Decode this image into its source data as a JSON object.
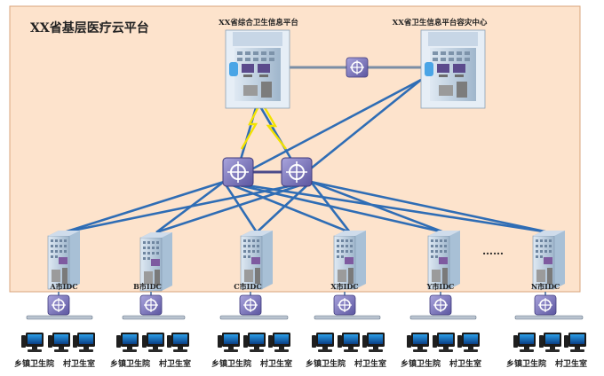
{
  "title": "XX省基层医疗云平台",
  "center_left_label": "XX省综合卫生信息平台",
  "center_right_label": "XX省卫生信息平台容灾中心",
  "idcs": [
    {
      "label": "A市IDC"
    },
    {
      "label": "B市IDC"
    },
    {
      "label": "C市IDC"
    },
    {
      "label": "X市IDC"
    },
    {
      "label": "Y市IDC"
    },
    {
      "label": "N市IDC"
    }
  ],
  "ellipsis": "……",
  "branch_labels": [
    {
      "township": "乡镇卫生院",
      "village": "村卫生室"
    },
    {
      "township": "乡镇卫生院",
      "village": "村卫生室"
    },
    {
      "township": "乡镇卫生院",
      "village": "村卫生室"
    },
    {
      "township": "乡镇卫生院",
      "village": "村卫生室"
    },
    {
      "township": "乡镇卫生院",
      "village": "村卫生室"
    },
    {
      "township": "乡镇卫生院",
      "village": "村卫生室"
    }
  ],
  "colors": {
    "cloud_bg": "#fde3cc",
    "cloud_border": "#d9a57c",
    "link": "#2f6db5",
    "switch": "#7a74b8",
    "lightning": "#f2e200",
    "building": "#b8cce0"
  },
  "icons": [
    "datacenter-icon",
    "router-icon",
    "core-switch-icon",
    "idc-server-icon",
    "access-switch-icon",
    "pc-icon",
    "lightning-icon"
  ]
}
